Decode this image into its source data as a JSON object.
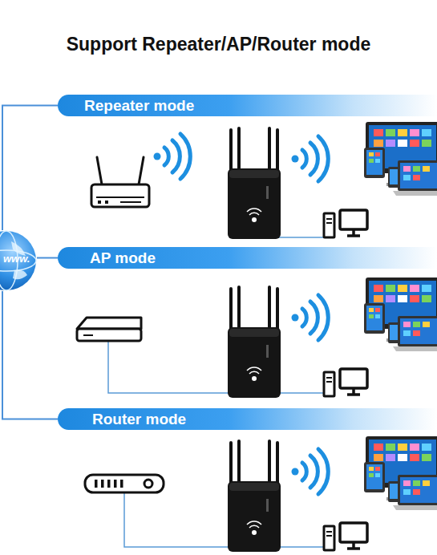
{
  "diagram": {
    "title": "Support Repeater/AP/Router mode",
    "nodes": [
      {
        "text": [
          "Repeater mode"
        ]
      },
      {
        "text": [
          "AP mode"
        ]
      },
      {
        "text": [
          "Router mode"
        ]
      },
      {
        "text": [
          "www."
        ]
      }
    ],
    "edges": [
      {
        "from": 3,
        "to": 0,
        "arrow": "none"
      },
      {
        "from": 3,
        "to": 1,
        "arrow": "none"
      },
      {
        "from": 3,
        "to": 2,
        "arrow": "none"
      }
    ]
  }
}
